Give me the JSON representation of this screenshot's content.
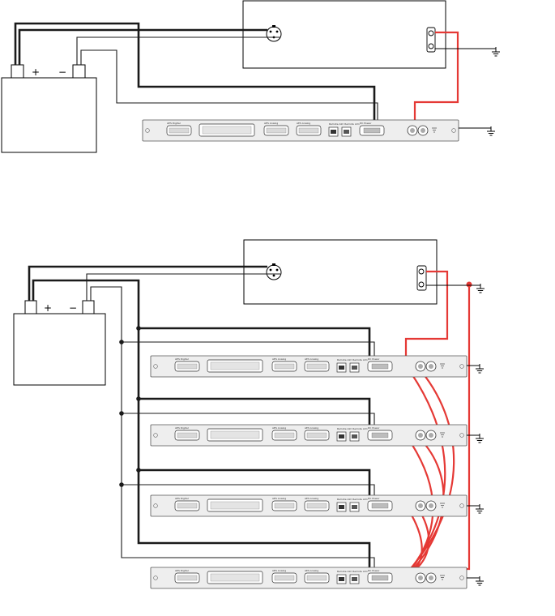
{
  "battery": {
    "plus": "+",
    "minus": "−"
  },
  "panel_labels": [
    "AES Digital",
    "AES Analog",
    "AES Analog",
    "Remote Alm Remote Alm",
    "DC Power"
  ],
  "colors": {
    "wire": "#1a1a1a",
    "ground_link": "#e53935",
    "panel_fill": "#eeeeee"
  }
}
